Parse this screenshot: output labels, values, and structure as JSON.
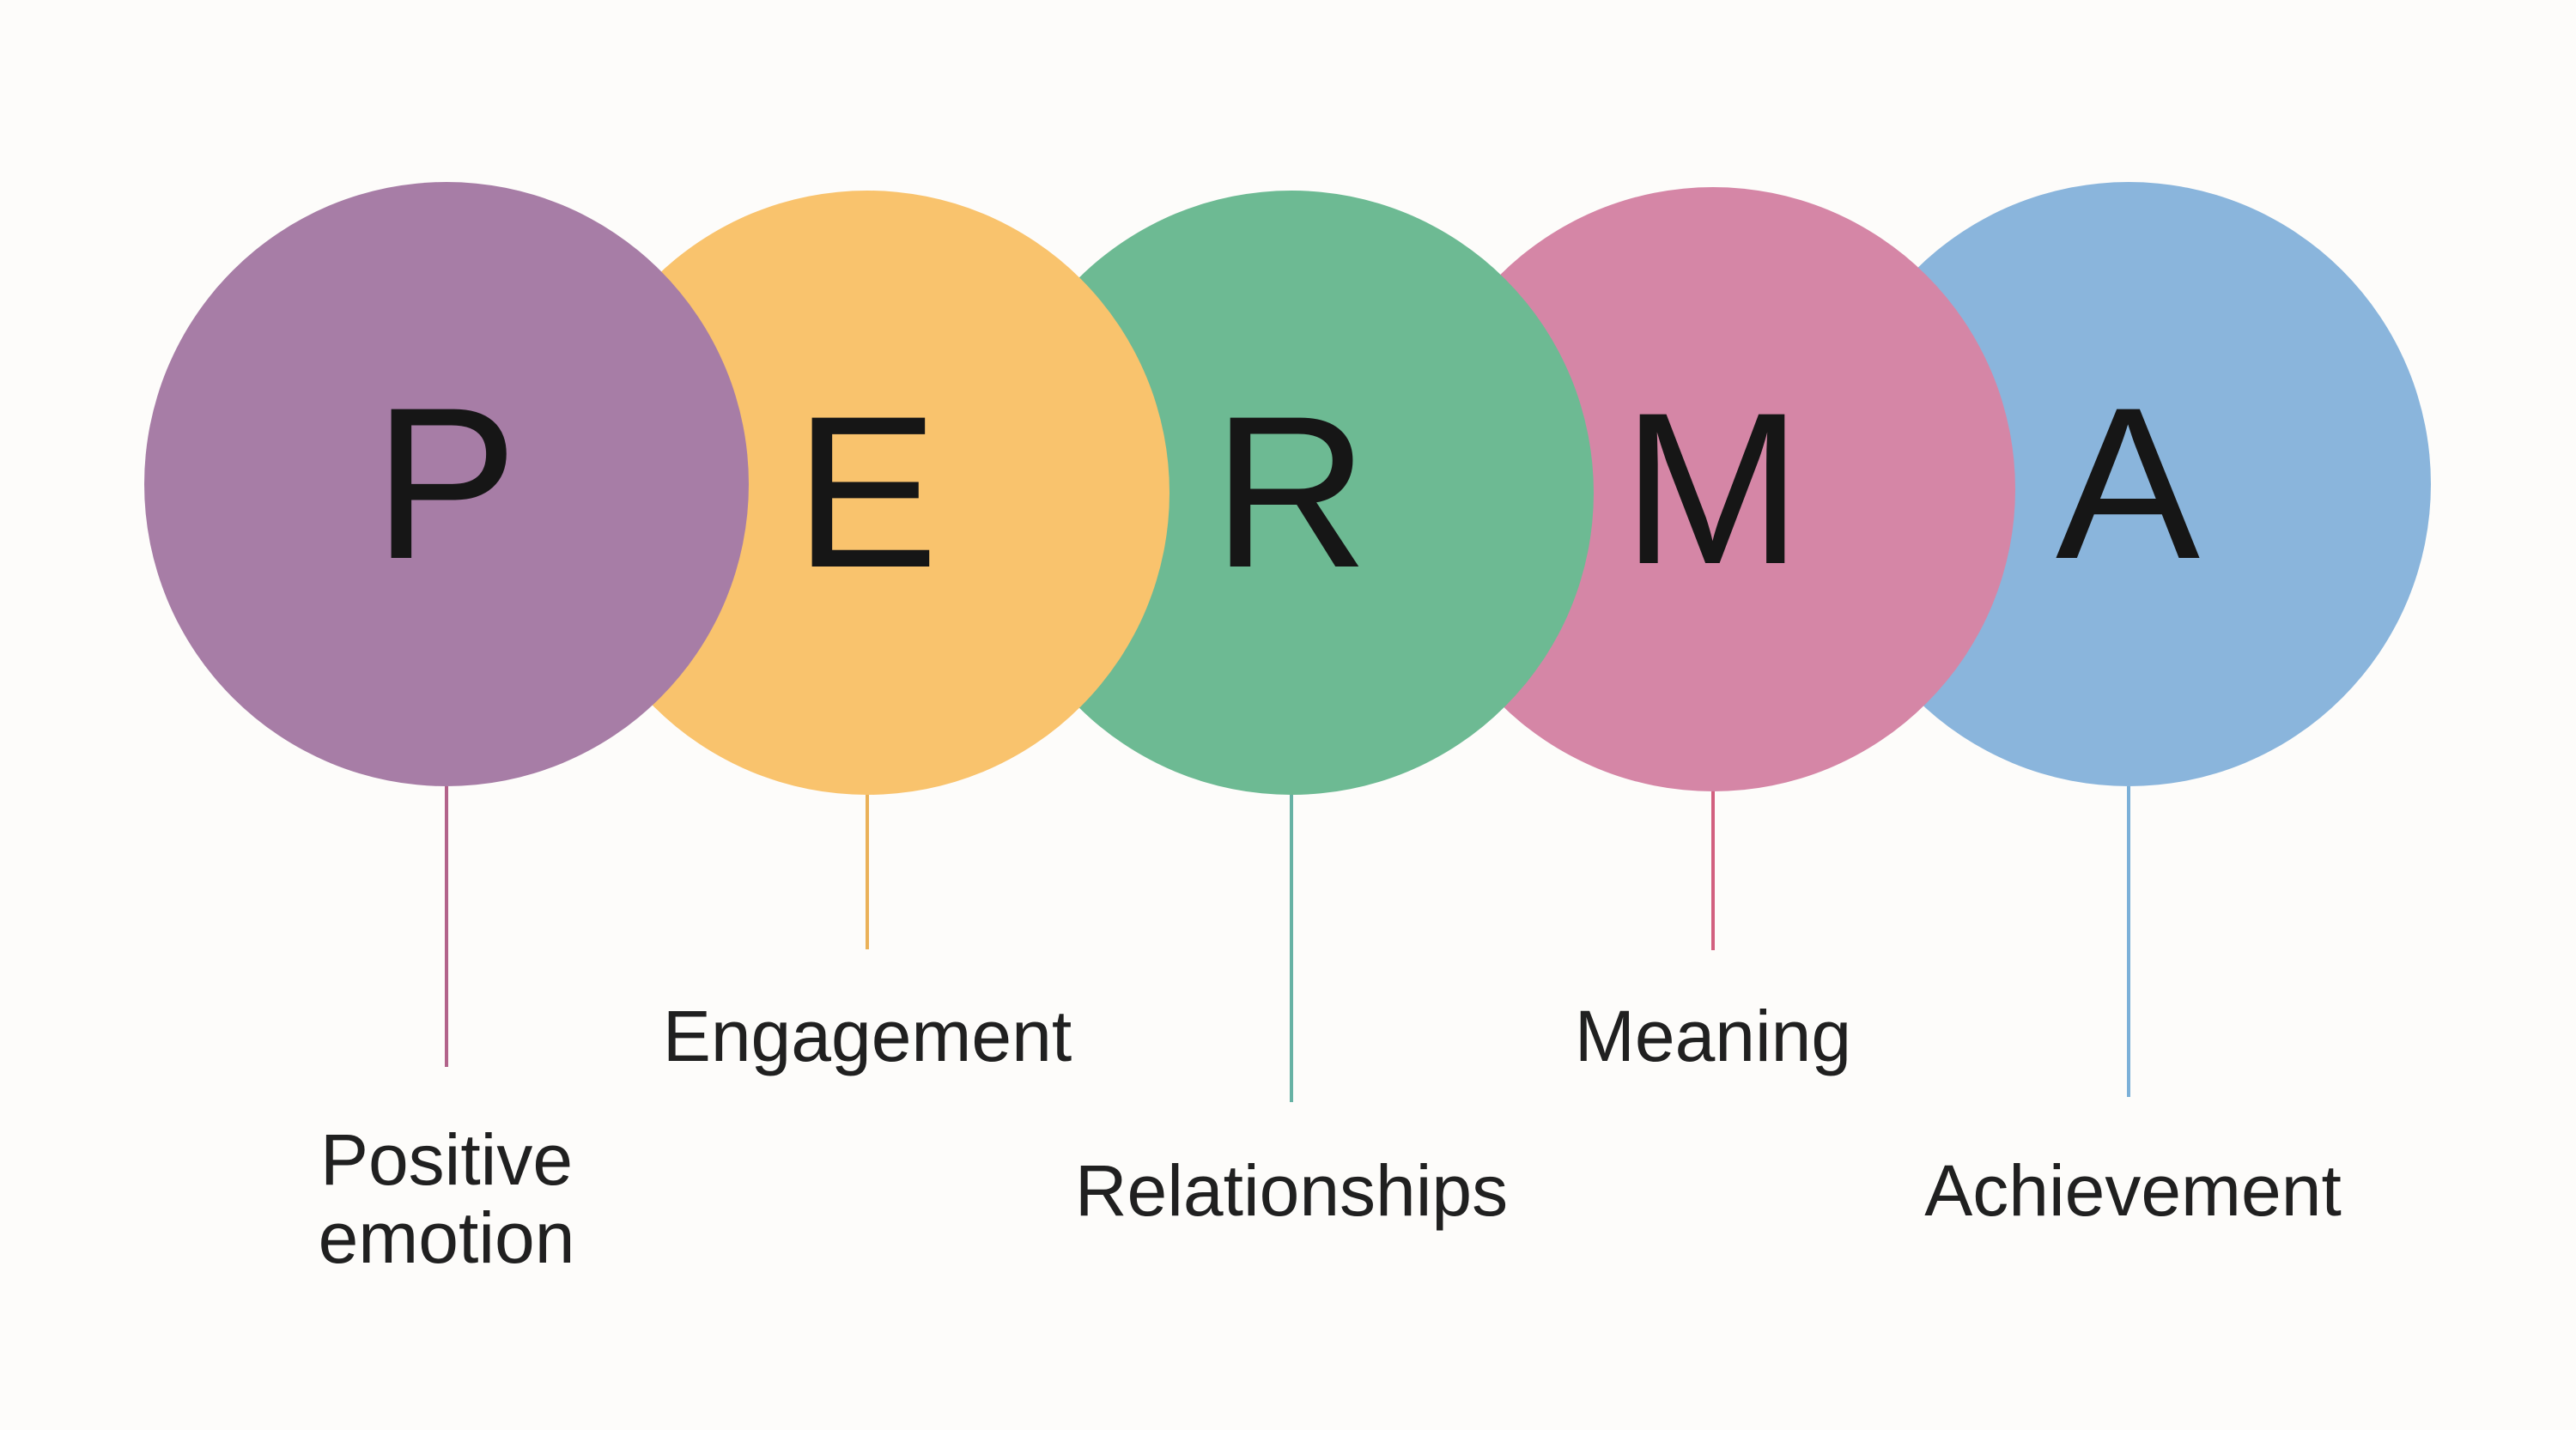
{
  "diagram_title": "PERMA",
  "background_color": "#fdfcfa",
  "text_color": "#202020",
  "letter_color": "#161616",
  "items": [
    {
      "letter": "P",
      "label": "Positive emotion",
      "circle_color": "#a77da6",
      "line_color": "#b2638a"
    },
    {
      "letter": "E",
      "label": "Engagement",
      "circle_color": "#f9c36d",
      "line_color": "#eab158"
    },
    {
      "letter": "R",
      "label": "Relationships",
      "circle_color": "#6dba93",
      "line_color": "#67b2a4"
    },
    {
      "letter": "M",
      "label": "Meaning",
      "circle_color": "#d586a6",
      "line_color": "#d2607f"
    },
    {
      "letter": "A",
      "label": "Achievement",
      "circle_color": "#8ab5dc",
      "line_color": "#7cb0d8"
    }
  ]
}
